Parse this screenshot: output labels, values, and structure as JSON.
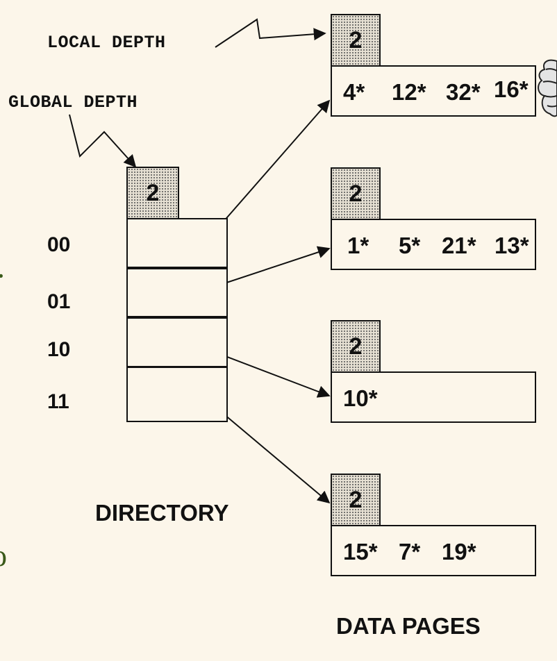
{
  "labels": {
    "local_depth": "LOCAL DEPTH",
    "global_depth": "GLOBAL DEPTH",
    "directory": "DIRECTORY",
    "data_pages": "DATA PAGES"
  },
  "global_depth_value": "2",
  "directory": {
    "entries": [
      "00",
      "01",
      "10",
      "11"
    ]
  },
  "buckets": [
    {
      "local_depth": "2",
      "entries": [
        "4*",
        "12*",
        "32*",
        "16*"
      ]
    },
    {
      "local_depth": "2",
      "entries": [
        "1*",
        "5*",
        "21*",
        "13*"
      ]
    },
    {
      "local_depth": "2",
      "entries": [
        "10*"
      ]
    },
    {
      "local_depth": "2",
      "entries": [
        "15*",
        "7*",
        "19*"
      ]
    }
  ],
  "edge_fragments": {
    "left_mid": "·",
    "left_bottom": "o"
  },
  "colors": {
    "background": "#fcf6ea",
    "ink": "#111111",
    "fragment": "#3a5a1a"
  },
  "icons": [
    "overflow-scroll-icon"
  ]
}
